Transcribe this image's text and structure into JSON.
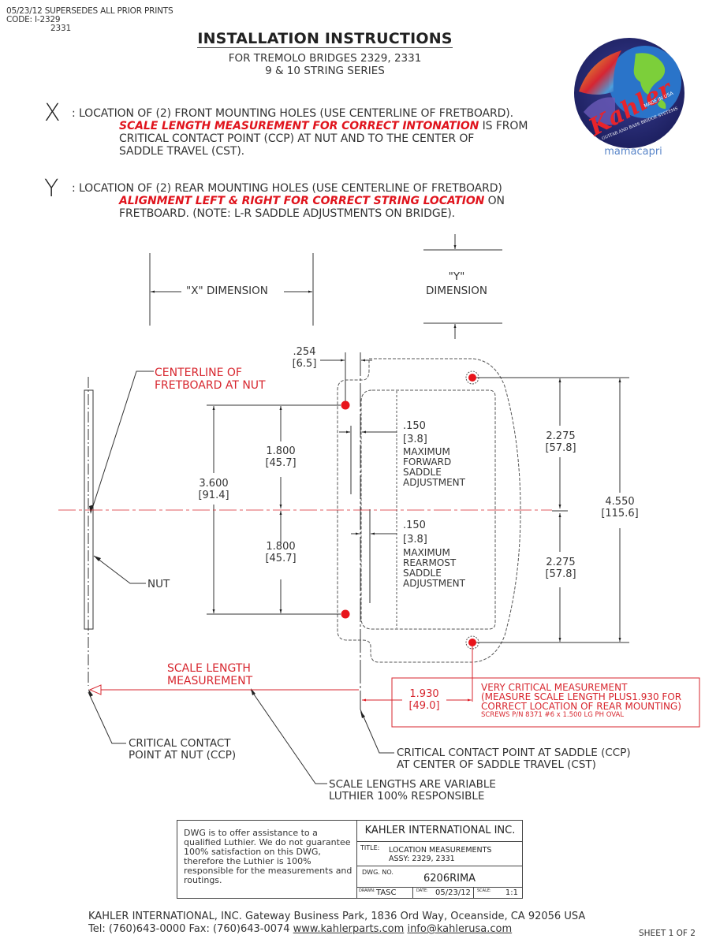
{
  "header": {
    "supersedes_line": "05/23/12 SUPERSEDES ALL PRIOR PRINTS",
    "code_line": "CODE:  I-2329",
    "code_line2": "2331",
    "title": "INSTALLATION INSTRUCTIONS",
    "subtitle_line1": "FOR TREMOLO BRIDGES 2329, 2331",
    "subtitle_line2": "9 & 10 STRING SERIES"
  },
  "logo": {
    "brand": "Kahler",
    "made_in": "MADE IN USA",
    "tagline": "GUITAR AND BASS BRIDGE SYSTEMS",
    "watermark": "mamacapri",
    "colors": {
      "globe_bg": "#2b2f7a",
      "ocean": "#2a74c9",
      "land": "#7ccf3a",
      "brand_red": "#e8242b"
    }
  },
  "notes": {
    "x": {
      "letter": "X",
      "line1": ": LOCATION OF (2) FRONT MOUNTING HOLES (USE CENTERLINE OF FRETBOARD).",
      "emphasis": "SCALE LENGTH MEASUREMENT FOR CORRECT INTONATION",
      "line2_rest": " IS FROM",
      "line3": "CRITICAL CONTACT POINT (CCP) AT NUT AND TO THE CENTER OF",
      "line4": "SADDLE TRAVEL (CST)."
    },
    "y": {
      "letter": "Y",
      "line1": ": LOCATION OF (2) REAR MOUNTING HOLES (USE CENTERLINE OF FRETBOARD)",
      "emphasis": "ALIGNMENT LEFT & RIGHT FOR CORRECT  STRING LOCATION",
      "line2_rest": " ON",
      "line3": "FRETBOARD.  (NOTE: L-R SADDLE ADJUSTMENTS ON BRIDGE)."
    }
  },
  "drawing": {
    "x_dimension_label": "\"X\" DIMENSION",
    "y_dimension_label1": "\"Y\"",
    "y_dimension_label2": "DIMENSION",
    "centerline_label1": "CENTERLINE OF",
    "centerline_label2": "FRETBOARD AT NUT",
    "nut_label": "NUT",
    "dim_254": {
      "in": ".254",
      "mm": "[6.5]"
    },
    "dim_3600": {
      "in": "3.600",
      "mm": "[91.4]"
    },
    "dim_1800_top": {
      "in": "1.800",
      "mm": "[45.7]"
    },
    "dim_1800_bottom": {
      "in": "1.800",
      "mm": "[45.7]"
    },
    "dim_150_fwd": {
      "in": ".150",
      "mm": "[3.8]",
      "label": [
        "MAXIMUM",
        "FORWARD",
        "SADDLE",
        "ADJUSTMENT"
      ]
    },
    "dim_150_rear": {
      "in": ".150",
      "mm": "[3.8]",
      "label": [
        "MAXIMUM",
        "REARMOST",
        "SADDLE",
        "ADJUSTMENT"
      ]
    },
    "dim_2275_top": {
      "in": "2.275",
      "mm": "[57.8]"
    },
    "dim_2275_bottom": {
      "in": "2.275",
      "mm": "[57.8]"
    },
    "dim_4550": {
      "in": "4.550",
      "mm": "[115.6]"
    },
    "scale_length_label1": "SCALE LENGTH",
    "scale_length_label2": "MEASUREMENT",
    "dim_1930": {
      "in": "1.930",
      "mm": "[49.0]"
    },
    "critical_box": {
      "line1": "VERY CRITICAL MEASUREMENT",
      "line2": "(MEASURE SCALE LENGTH PLUS1.930 FOR",
      "line3": "CORRECT LOCATION OF REAR MOUNTING)",
      "line4": "SCREWS P/N 8371 #6 x 1.500 LG PH OVAL"
    },
    "ccp_nut_label1": "CRITICAL CONTACT",
    "ccp_nut_label2": "POINT AT NUT (CCP)",
    "ccp_saddle_label1": "CRITICAL CONTACT POINT AT SADDLE (CCP)",
    "ccp_saddle_label2": "AT CENTER OF SADDLE TRAVEL (CST)",
    "variable_label1": "SCALE LENGTHS ARE VARIABLE",
    "variable_label2": "LUTHIER 100% RESPONSIBLE",
    "colors": {
      "annotation_red": "#d7262e",
      "hole_red": "#e8141b",
      "line": "#333333"
    }
  },
  "title_block": {
    "disclaimer": "DWG is to offer assistance to a qualified Luthier.  We do not guarantee 100% satisfaction on this DWG, therefore the Luthier is 100% responsible for the measurements and routings.",
    "company": "KAHLER INTERNATIONAL INC.",
    "title_label": "TITLE:",
    "title_line1": "LOCATION MEASUREMENTS",
    "title_line2": "ASSY: 2329, 2331",
    "dwg_no_label": "DWG. NO.",
    "dwg_no": "6206RIMA",
    "drawn_label": "DRAWN:",
    "drawn": "TASC",
    "date_label": "DATE:",
    "date": "05/23/12",
    "scale_label": "SCALE:",
    "scale": "1:1"
  },
  "footer": {
    "address": "KAHLER INTERNATIONAL, INC.  Gateway Business Park, 1836 Ord Way, Oceanside, CA 92056 USA",
    "phone": "Tel:  (760)643-0000 Fax: (760)643-0074 ",
    "website": "www.kahlerparts.com",
    "email": "info@kahlerusa.com",
    "sheet": "SHEET 1 OF 2"
  }
}
